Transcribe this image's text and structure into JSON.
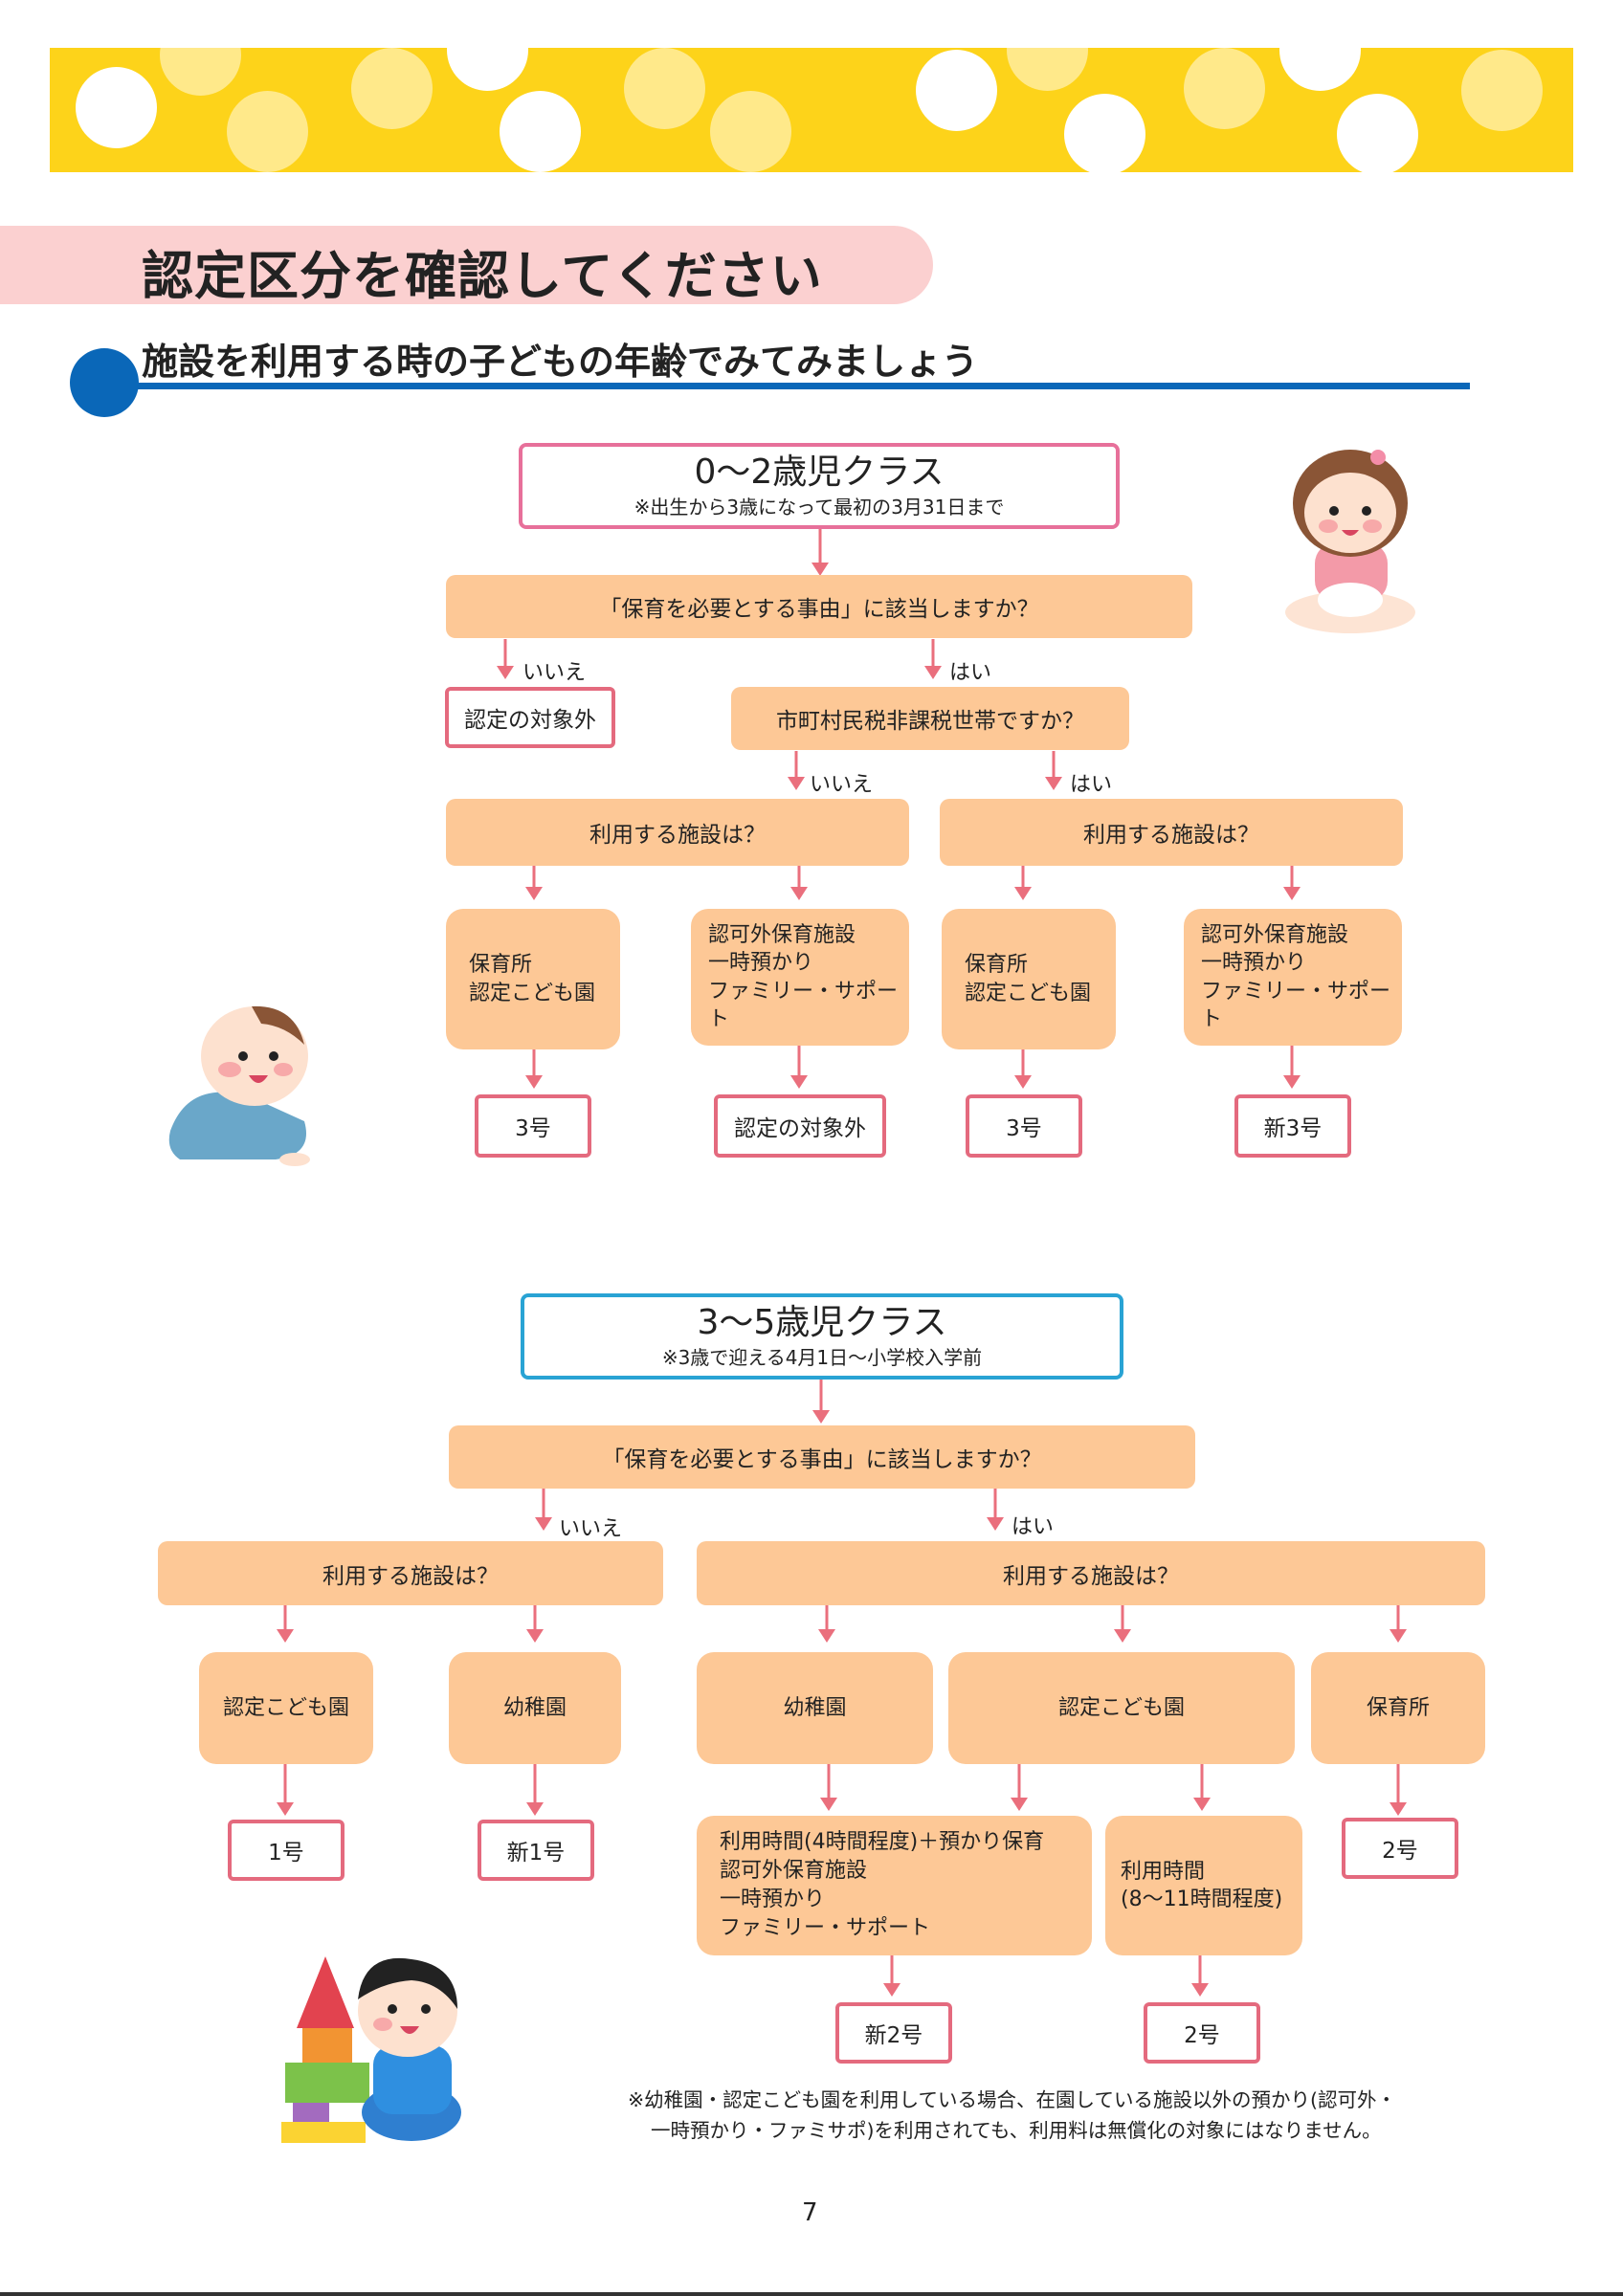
{
  "page": {
    "title": "認定区分を確認してください",
    "subtitle": "施設を利用する時の子どもの年齢でみてみましょう",
    "page_number": "7",
    "note": [
      "※幼稚園・認定こども園を利用している場合、在園している施設以外の預かり(認可外・",
      "一時預かり・ファミサポ)を利用されても、利用料は無償化の対象にはなりません。"
    ]
  },
  "colors": {
    "banner": "#fdd31a",
    "title_bg": "#fbd0d0",
    "accent_blue": "#0a67b8",
    "box": "#fdc896",
    "result_border": "#e46a7e",
    "head1_border": "#e7709a",
    "head2_border": "#29a3d4",
    "arrow": "#ea6f7d"
  },
  "chart1": {
    "head": "0〜2歳児クラス",
    "head_note": "※出生から3歳になって最初の3月31日まで",
    "q1": "「保育を必要とする事由」に該当しますか？",
    "no": "いいえ",
    "yes": "はい",
    "out": "認定の対象外",
    "q2": "市町村民税非課税世帯ですか？",
    "facility_q": "利用する施設は？",
    "nursery": "保育所\n認定こども園",
    "unlicensed": "認可外保育施設\n一時預かり\nファミリー・サポート",
    "r1": "3号",
    "r2": "認定の対象外",
    "r3": "3号",
    "r4": "新3号"
  },
  "chart2": {
    "head": "3〜5歳児クラス",
    "head_note": "※3歳で迎える4月1日〜小学校入学前",
    "q1": "「保育を必要とする事由」に該当しますか？",
    "no": "いいえ",
    "yes": "はい",
    "facility_q": "利用する施設は？",
    "kodomoen": "認定こども園",
    "youchien": "幼稚園",
    "hoikusho": "保育所",
    "r1": "1号",
    "r2": "新1号",
    "time_long_text": "利用時間(4時間程度)＋預かり保育\n認可外保育施設\n一時預かり\nファミリー・サポート",
    "time_8_text": "利用時間\n(8〜11時間程度)",
    "r_hoiku": "2号",
    "r_new2": "新2号",
    "r_2": "2号"
  }
}
